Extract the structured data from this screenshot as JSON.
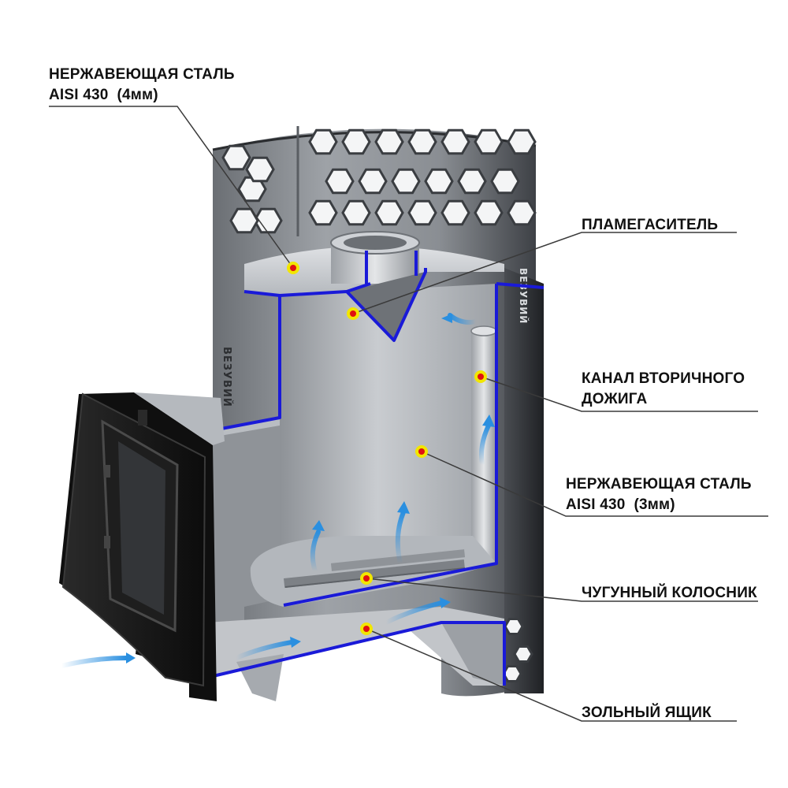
{
  "brand_mark": "ВЕЗУВИЙ",
  "callouts": {
    "steel_4mm": {
      "line1": "НЕРЖАВЕЮЩАЯ СТАЛЬ",
      "line2_grade": "AISI 430",
      "line2_thick": "(4мм)"
    },
    "flame_arrester": {
      "line1": "ПЛАМЕГАСИТЕЛЬ"
    },
    "secondary_channel": {
      "line1": "КАНАЛ ВТОРИЧНОГО",
      "line2": "ДОЖИГА"
    },
    "steel_3mm": {
      "line1": "НЕРЖАВЕЮЩАЯ СТАЛЬ",
      "line2_grade": "AISI 430",
      "line2_thick": "(3мм)"
    },
    "grate": {
      "line1": "ЧУГУННЫЙ КОЛОСНИК"
    },
    "ash_box": {
      "line1": "ЗОЛЬНЫЙ ЯЩИК"
    }
  },
  "colors": {
    "cut_edge": "#1a1ad8",
    "marker_fill": "#e01010",
    "marker_ring": "#f2e600",
    "airflow": "#2a8fe0",
    "steel_light": "#cfd2d6",
    "steel_dark": "#5a5e63",
    "door_black": "#151515"
  }
}
